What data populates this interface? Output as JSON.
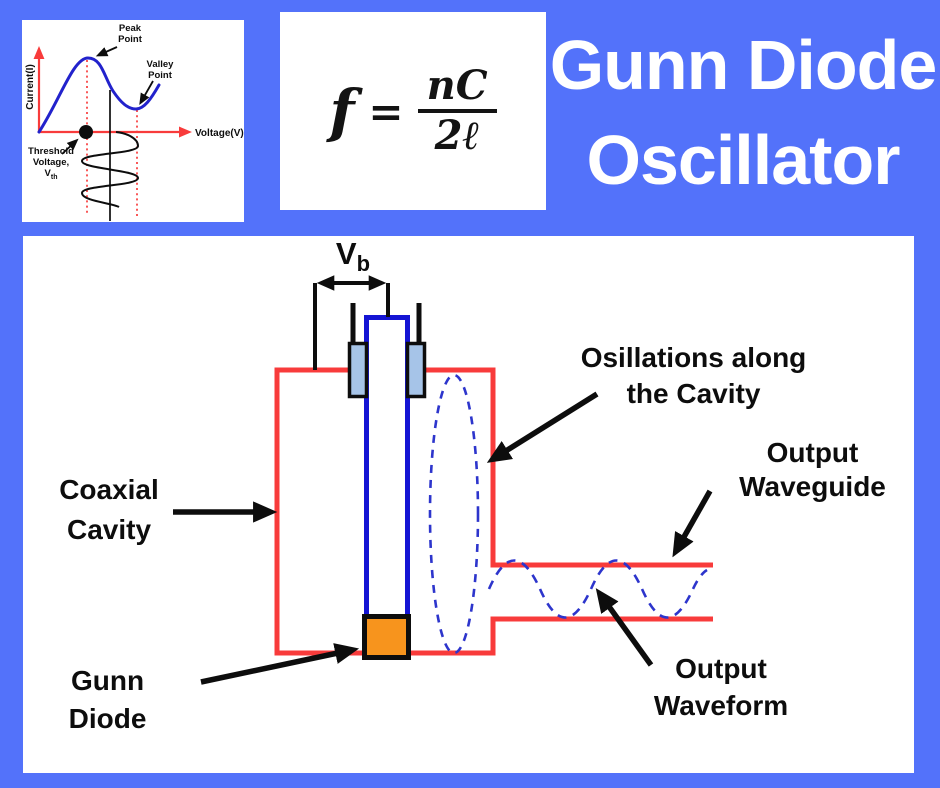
{
  "page": {
    "background_color": "#5372fa"
  },
  "title": {
    "line1": "Gunn Diode",
    "line2": "Oscillator",
    "color": "#ffffff"
  },
  "formula": {
    "lhs": "f",
    "equals": "=",
    "numerator": "nC",
    "denominator": "2ℓ"
  },
  "iv_inset": {
    "x_axis_label": "Voltage(V)",
    "y_axis_label": "Current(I)",
    "annotations": {
      "peak": {
        "line1": "Peak",
        "line2": "Point"
      },
      "valley": {
        "line1": "Valley",
        "line2": "Point"
      },
      "threshold": {
        "line1": "Threshold",
        "line2": "Voltage,",
        "line3_main": "V",
        "line3_sub": "th"
      }
    },
    "colors": {
      "axis": "#f83b3b",
      "curve": "#2222cc",
      "dotted_guides": "#f83b3b",
      "marker_dot": "#0d0d0d"
    }
  },
  "diagram": {
    "labels": {
      "bias_voltage": {
        "main": "V",
        "sub": "b"
      },
      "oscillations": {
        "line1": "Osillations along",
        "line2": "the Cavity"
      },
      "output_waveguide": {
        "line1": "Output",
        "line2": "Waveguide"
      },
      "coaxial_cavity": {
        "line1": "Coaxial",
        "line2": "Cavity"
      },
      "gunn_diode": {
        "line1": "Gunn",
        "line2": "Diode"
      },
      "output_waveform": {
        "line1": "Output",
        "line2": "Waveform"
      }
    },
    "colors": {
      "cavity_outline": "#f83b3b",
      "rod_outline": "#1414d4",
      "oscillation_dashes": "#2d35cc",
      "capacitor_plate": "#a6c4e8",
      "gunn_diode_block": "#f7941d",
      "annotation": "#0d0d0d"
    }
  }
}
